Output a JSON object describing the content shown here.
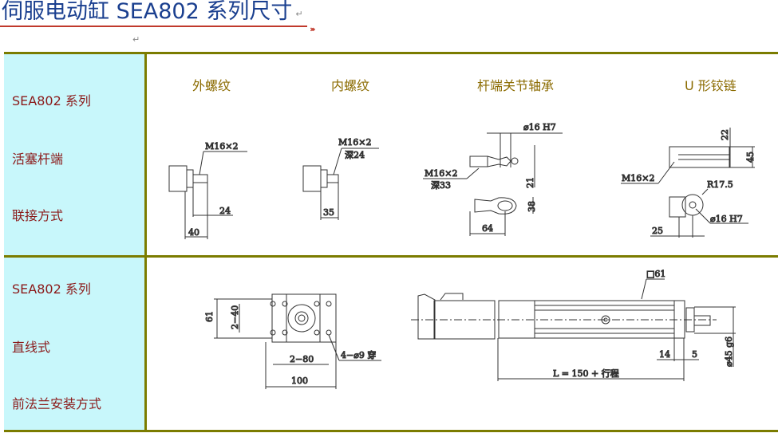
{
  "title": "伺服电动缸 SEA802 系列尺寸",
  "para_mark": "↵",
  "row1": {
    "labels": [
      "SEA802 系列",
      "活塞杆端",
      "联接方式"
    ],
    "headers": [
      "外螺纹",
      "内螺纹",
      "杆端关节轴承",
      "U 形铰链"
    ],
    "dims": {
      "ext_thread": "M16×2",
      "ext_24": "24",
      "ext_40": "40",
      "int_thread": "M16×2",
      "int_depth": "深24",
      "int_35": "35",
      "rod_dia": "⌀16 H7",
      "rod_thread": "M16×2",
      "rod_depth": "深33",
      "rod_21": "21",
      "rod_38": "38",
      "rod_64": "64",
      "u_22": "22",
      "u_45": "45",
      "u_thread": "M16×2",
      "u_r": "R17.5",
      "u_dia": "⌀16 H7",
      "u_25": "25"
    }
  },
  "row2": {
    "labels": [
      "SEA802 系列",
      "直线式",
      "前法兰安装方式"
    ],
    "dims": {
      "f_61": "61",
      "f_240": "2−40",
      "f_280": "2−80",
      "f_holes": "4−⌀9 穿",
      "f_100": "100",
      "sq61": "□61",
      "len": "L = 150 + 行程",
      "d14": "14",
      "d5": "5",
      "d45": "⌀45 g6"
    }
  }
}
